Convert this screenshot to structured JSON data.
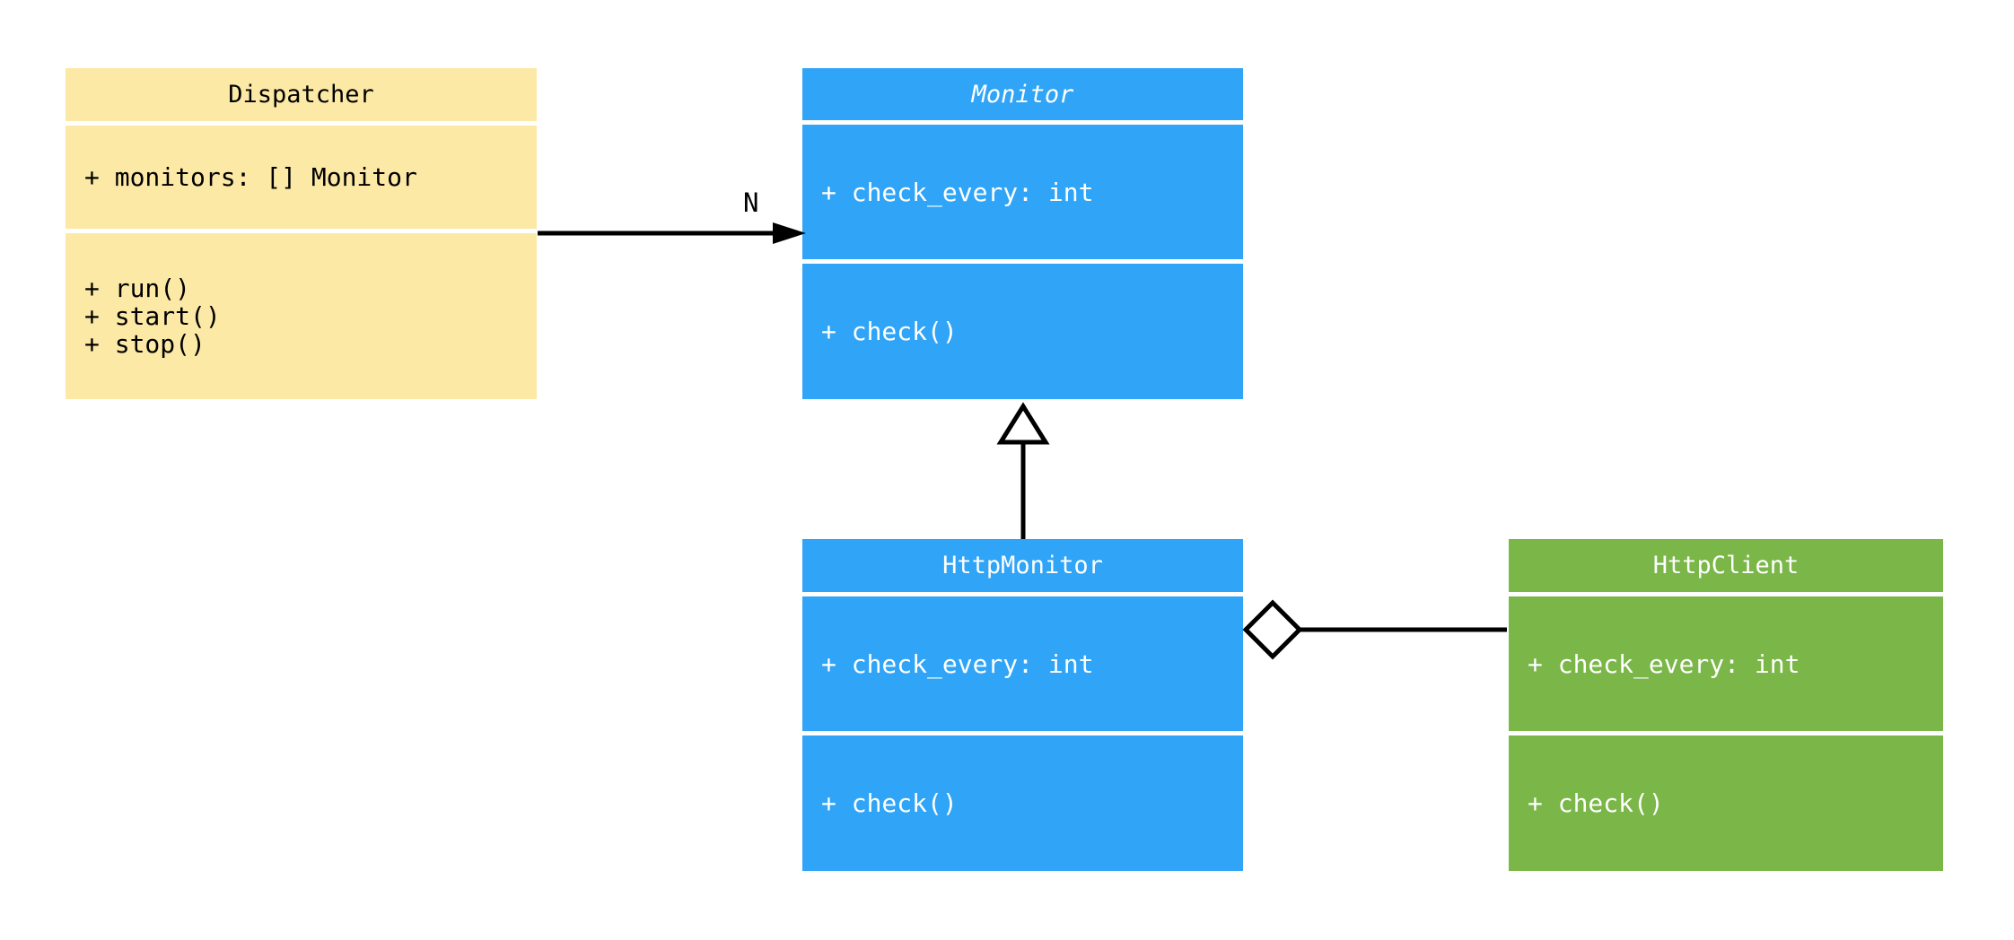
{
  "diagram": {
    "type": "uml-class-diagram",
    "background": "#ffffff",
    "colors": {
      "dispatcher_fill": "#FCE9A6",
      "monitor_fill": "#30A4F6",
      "http_monitor_fill": "#30A4F6",
      "http_client_fill": "#7AB648",
      "edge_color": "#000000",
      "dark_text": "#000000",
      "light_text": "#ffffff"
    },
    "classes": [
      {
        "name": "Dispatcher",
        "abstract": false,
        "fill": "#FCE9A6",
        "text_color": "#000000",
        "attributes": [
          "+ monitors: [] Monitor"
        ],
        "methods": [
          "+ run()",
          "+ start()",
          "+ stop()"
        ]
      },
      {
        "name": "Monitor",
        "abstract": true,
        "fill": "#30A4F6",
        "text_color": "#ffffff",
        "attributes": [
          "+ check_every: int"
        ],
        "methods": [
          "+ check()"
        ]
      },
      {
        "name": "HttpMonitor",
        "abstract": false,
        "fill": "#30A4F6",
        "text_color": "#ffffff",
        "attributes": [
          "+ check_every: int"
        ],
        "methods": [
          "+ check()"
        ]
      },
      {
        "name": "HttpClient",
        "abstract": false,
        "fill": "#7AB648",
        "text_color": "#ffffff",
        "attributes": [
          "+ check_every: int"
        ],
        "methods": [
          "+ check()"
        ]
      }
    ],
    "relationships": [
      {
        "type": "association",
        "from": "Dispatcher",
        "to": "Monitor",
        "label": "N",
        "arrowhead": "filled-arrow"
      },
      {
        "type": "generalization",
        "from": "HttpMonitor",
        "to": "Monitor",
        "label": "",
        "arrowhead": "hollow-triangle"
      },
      {
        "type": "aggregation",
        "from": "HttpMonitor",
        "to": "HttpClient",
        "label": "",
        "arrowhead": "hollow-diamond"
      }
    ]
  }
}
